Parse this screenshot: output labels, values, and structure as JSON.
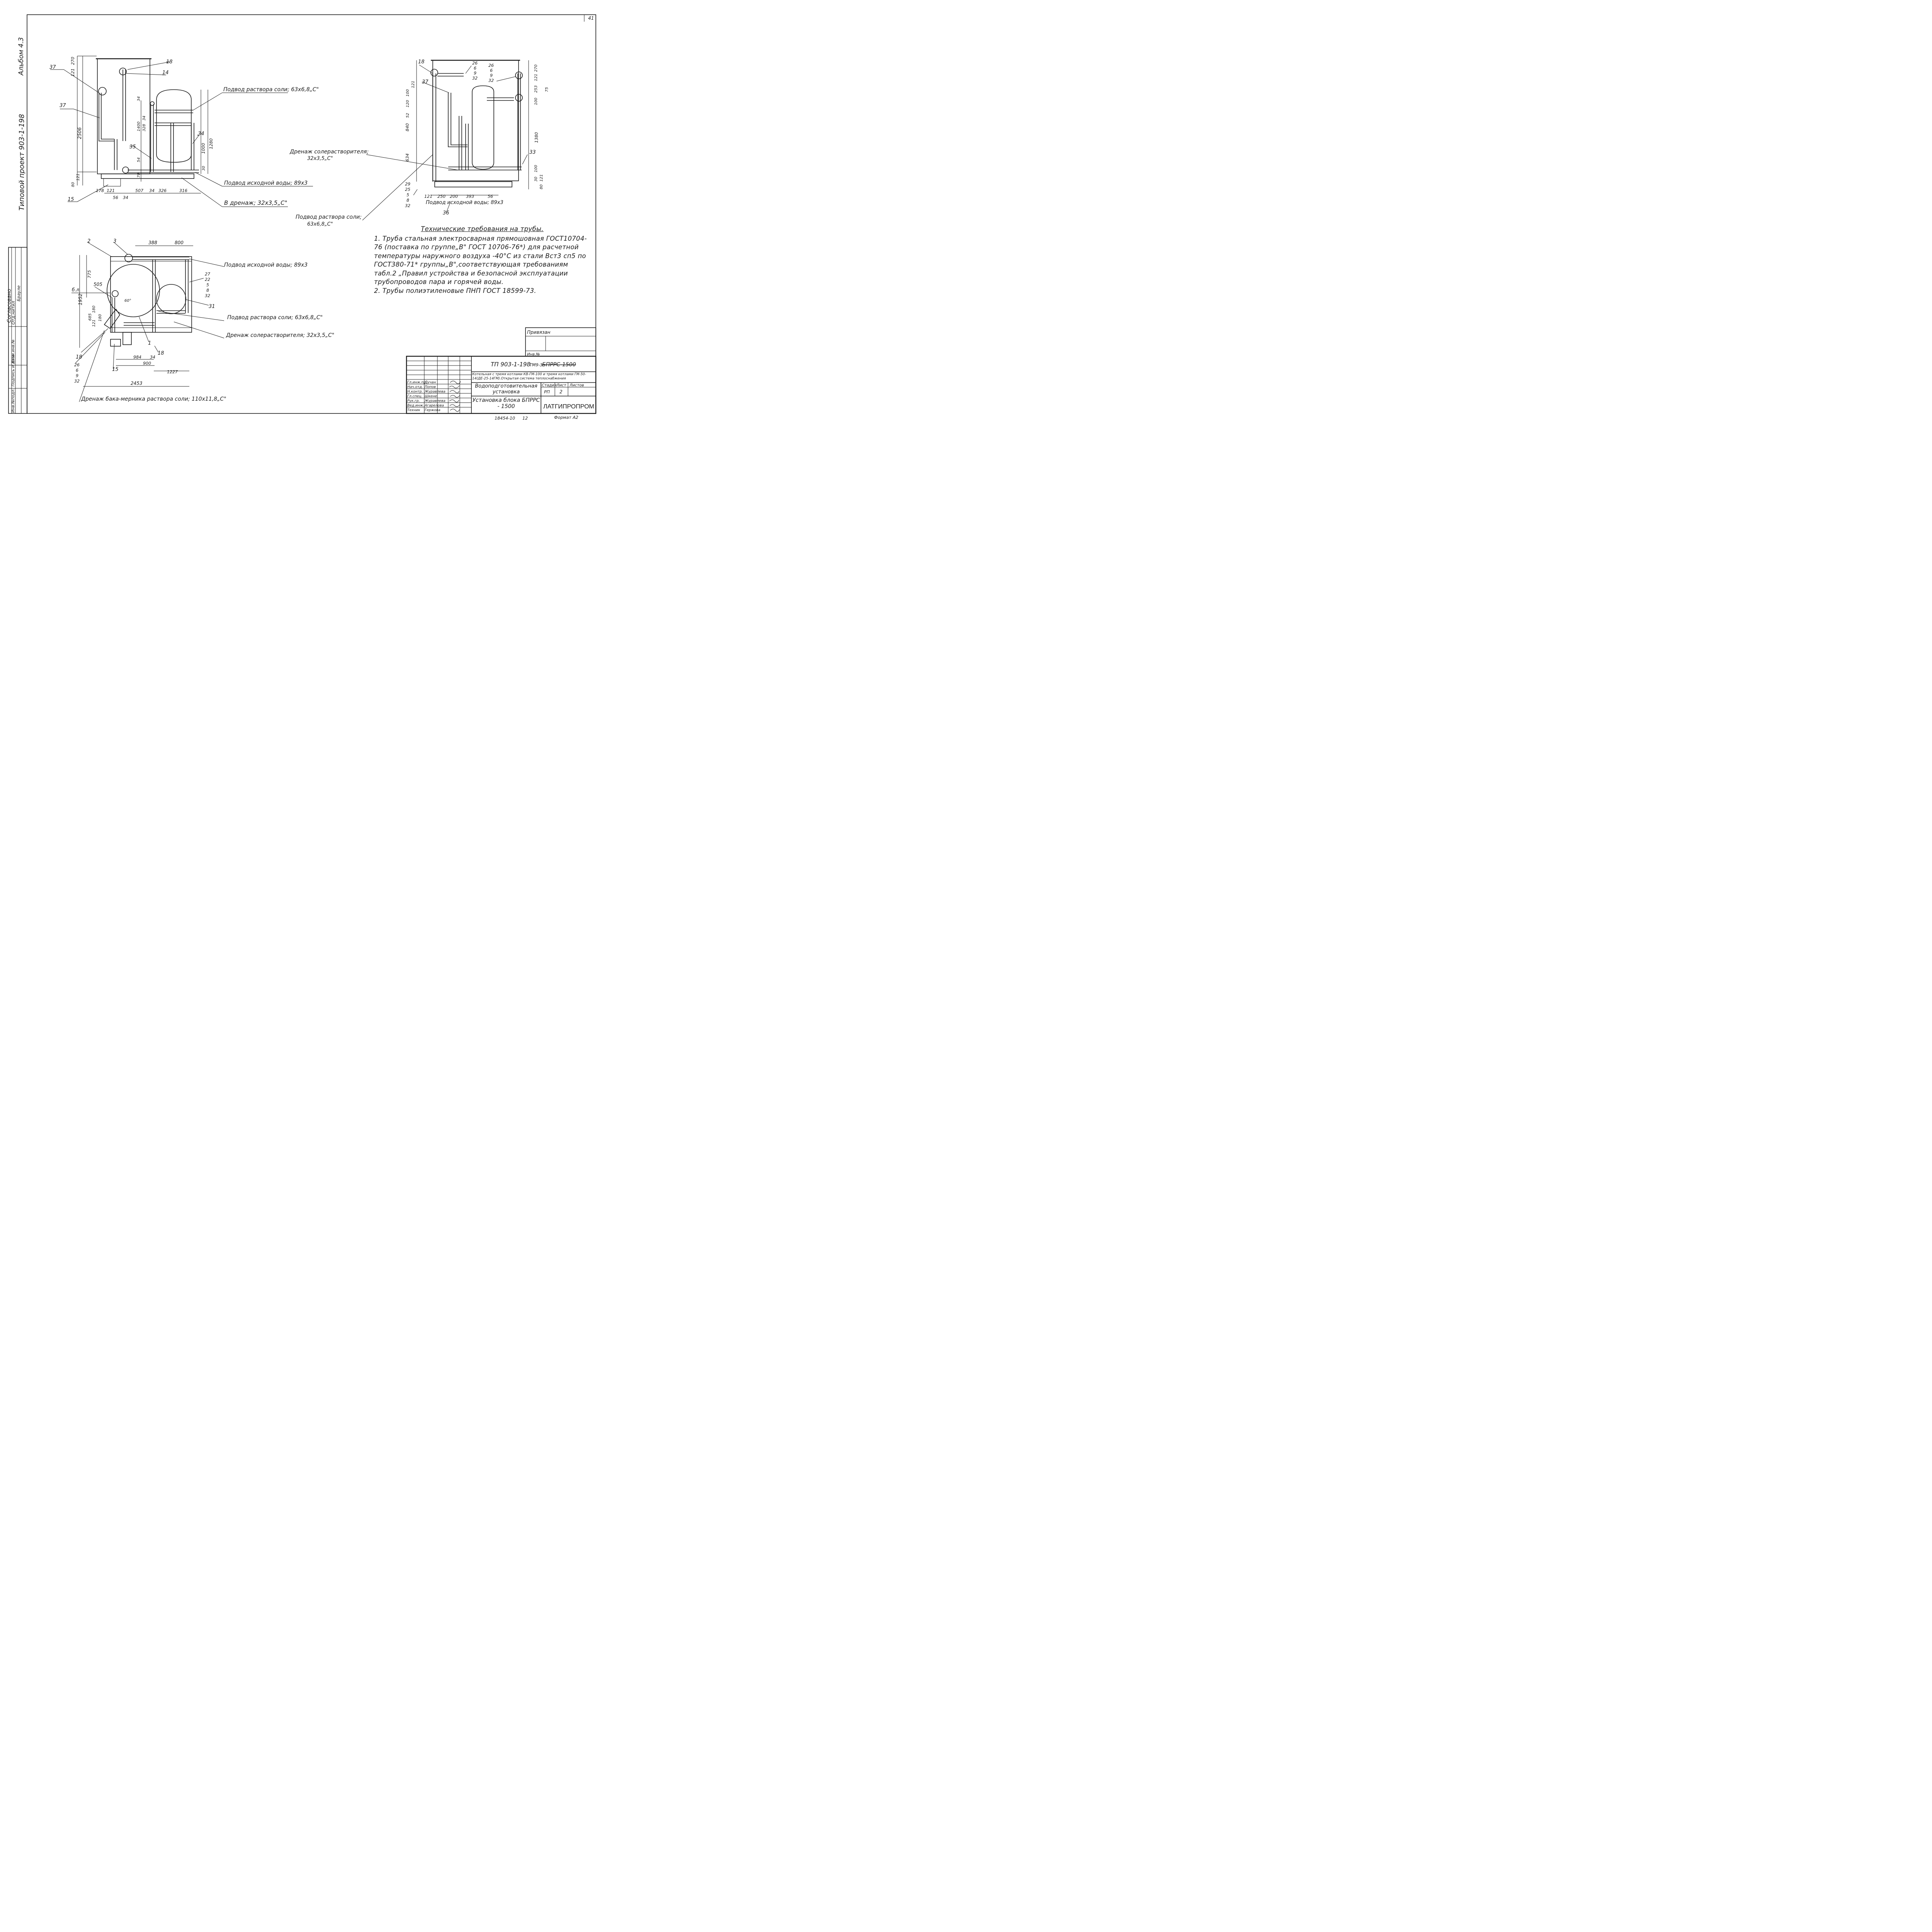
{
  "sheet": {
    "page_number": "41",
    "album": "Альбом 4.3",
    "project": "Типовой проект 903-1-198"
  },
  "views": {
    "front": {
      "labels": [
        "37",
        "37",
        "18",
        "14",
        "15",
        "35",
        "34"
      ],
      "dims_top": [
        "121",
        "270"
      ],
      "dim_height": "2506",
      "dims_mid": [
        "34",
        "1400",
        "328",
        "34",
        "54",
        "70"
      ],
      "dims_right": [
        "1000",
        "1280",
        "30"
      ],
      "dims_bottom": [
        "80",
        "121",
        "178",
        "121",
        "56",
        "34",
        "507",
        "34",
        "326",
        "316"
      ],
      "callouts": {
        "salt": "Подвод раствора соли; 63х6,8„С\"",
        "water": "Подвод исходной воды; 89х3",
        "drain": "В дренаж;  32х3,5„С\""
      }
    },
    "side": {
      "labels": [
        "18",
        "37",
        "33",
        "36"
      ],
      "ref_group_a": [
        "26",
        "6",
        "9",
        "32"
      ],
      "ref_group_b": [
        "26",
        "6",
        "9",
        "32"
      ],
      "ref_group_c": [
        "29",
        "25",
        "5",
        "8",
        "32"
      ],
      "dims_left": [
        "121",
        "100",
        "120",
        "52",
        "840",
        "634"
      ],
      "dims_right": [
        "270",
        "121",
        "253",
        "100",
        "1380",
        "100",
        "30",
        "121",
        "80",
        "75"
      ],
      "dims_bottom": [
        "121",
        "250",
        "200",
        "393",
        "56"
      ],
      "callouts": {
        "drain": "Дренаж солерастворителя;",
        "drain_size": "32х3,5„С\"",
        "salt": "Подвод раствора соли;",
        "salt_size": "63х6,8„С\"",
        "water": "Подвод  исходной воды; 89х3"
      }
    },
    "plan": {
      "labels": [
        "2",
        "3",
        "505",
        "б.л.",
        "1",
        "31",
        "18",
        "15",
        "18"
      ],
      "ref_group_a": [
        "27",
        "22",
        "5",
        "8",
        "32"
      ],
      "ref_group_b": [
        "26",
        "6",
        "9",
        "32"
      ],
      "dims_top": [
        "388",
        "800"
      ],
      "dims_left": [
        "775",
        "1952",
        "685",
        "180",
        "121",
        "180"
      ],
      "angle": "60°",
      "dims_bottom": [
        "984",
        "34",
        "900",
        "1227",
        "2453"
      ],
      "callouts": {
        "water": "Подвод исходной воды; 89х3",
        "salt": "Подвод  раствора  соли; 63х6,8„С\"",
        "drain": "Дренаж  солерастворителя; 32х3,5„С\"",
        "tank_drain": "Дренаж бака-мерника раствора соли; 110х11,8„С\""
      }
    }
  },
  "requirements": {
    "title": "Технические требования на трубы.",
    "items": [
      "1. Труба стальная электросварная прямошовная ГОСТ10704-76 (поставка по группе„В\" ГОСТ 10706-76*) для расчетной температуры наружного воздуха -40°С из стали Вст3 сп5 по ГОСТ380-71* группы„В\",соответствующая требованиям табл.2 „Правил устройства и безопасной эксплуатации трубопроводов пара и горячей воды.",
      "2. Трубы полиэтиленовые ПНП ГОСТ 18599-73."
    ]
  },
  "left_strip": {
    "agreed": "Согласовано",
    "sign_1": "Отд.нитил",
    "sign_2": "Брауле",
    "cols": [
      "Инв.№подл.",
      "Подпись и дата",
      "Взам.инв.№"
    ]
  },
  "title_block": {
    "bound": "Привязан",
    "inv": "Инв.№",
    "code": "ТП 903-1-198",
    "code_suffix": "ТМ9-3",
    "code_struck": "БПРРС-1500",
    "description": "Котельная с тремя котлами КВ-ГМ-100 и тремя котлами ГМ-50-14(ДЕ-25-14ГМ).Открытая система теплоснабжения",
    "part": "Водоподготовительная установка",
    "sheet_title": "Установка блока БПРРС - 1500",
    "stage_h": "Стадия",
    "sheet_h": "Лист",
    "sheets_h": "Листов",
    "stage": "РП",
    "sheet_no": "2",
    "org": "ЛАТГИПРОПРОМ",
    "roles": [
      "Гл.инж.пр.",
      "Нач.отд.",
      "Н.контр.",
      "Гл.спец.",
      "Рук.гр.",
      "Вед.инж.",
      "Техник"
    ],
    "names": [
      "Дучан",
      "Попов",
      "Журавлева",
      "Шкене",
      "Журавлева",
      "Агарелова",
      "Гержова"
    ],
    "footer_no": "18454-10",
    "footer_n": "12",
    "format": "Формат А2"
  }
}
